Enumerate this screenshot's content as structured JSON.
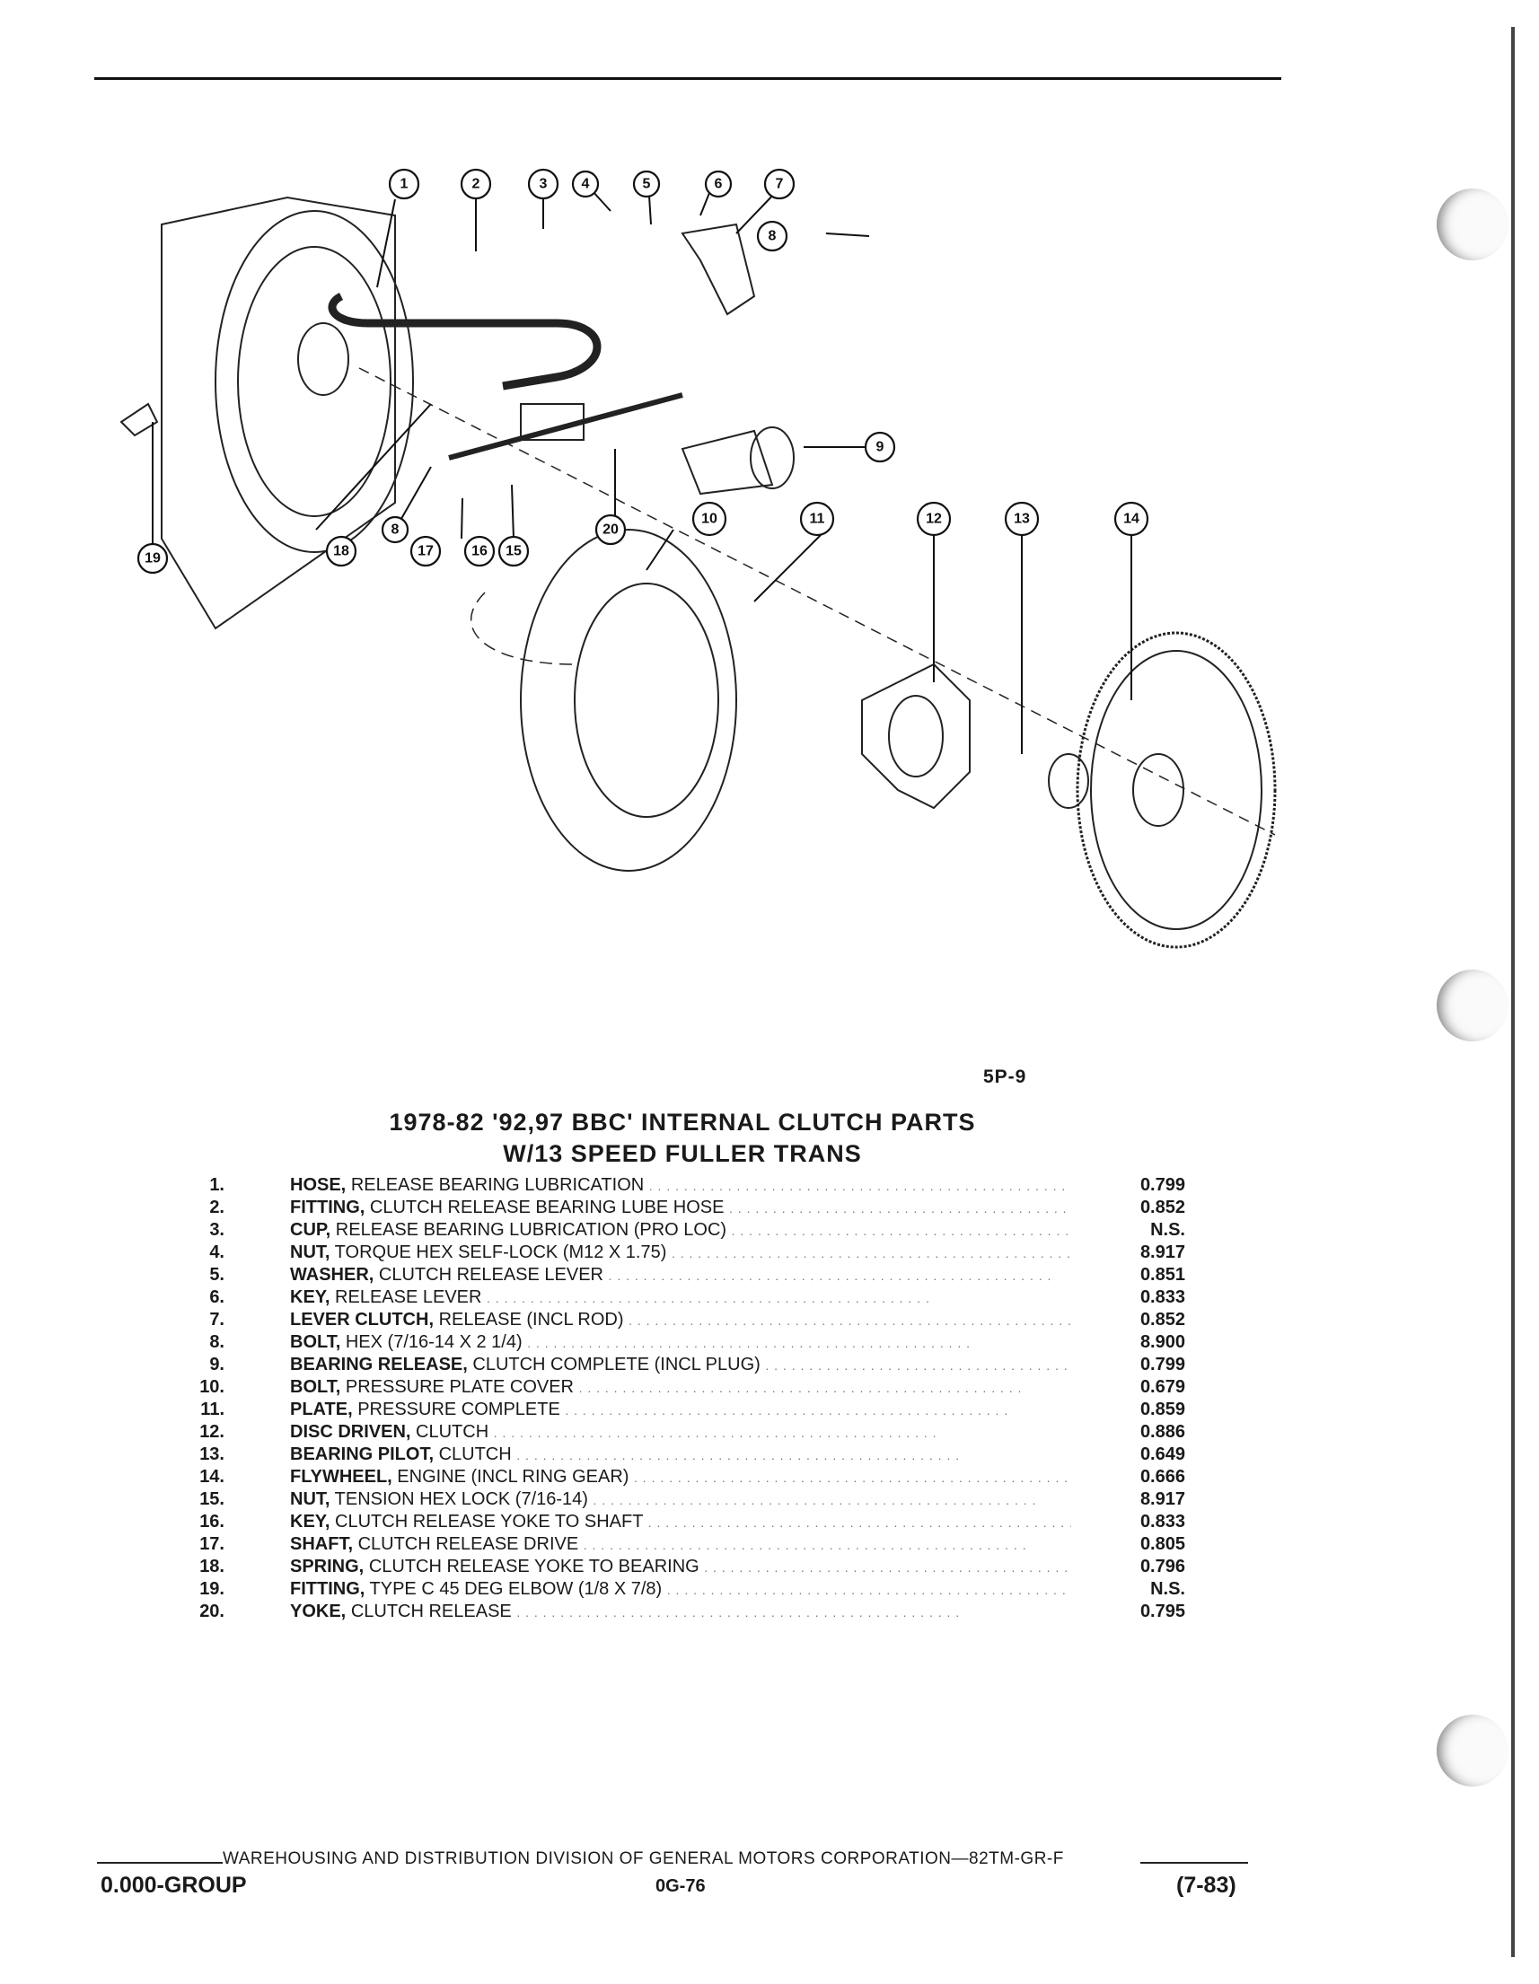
{
  "figure": {
    "code": "5P-9",
    "callouts": [
      "1",
      "2",
      "3",
      "4",
      "5",
      "6",
      "7",
      "8",
      "9",
      "10",
      "11",
      "12",
      "13",
      "14",
      "15",
      "16",
      "17",
      "18",
      "19",
      "20"
    ]
  },
  "title": {
    "line1": "1978-82 '92,97 BBC' INTERNAL CLUTCH PARTS",
    "line2": "W/13 SPEED FULLER TRANS"
  },
  "parts": [
    {
      "num": "1.",
      "name": "HOSE,",
      "desc": "RELEASE BEARING LUBRICATION",
      "value": "0.799"
    },
    {
      "num": "2.",
      "name": "FITTING,",
      "desc": "CLUTCH RELEASE BEARING LUBE HOSE",
      "value": "0.852"
    },
    {
      "num": "3.",
      "name": "CUP,",
      "desc": "RELEASE BEARING LUBRICATION (PRO LOC)",
      "value": "N.S."
    },
    {
      "num": "4.",
      "name": "NUT,",
      "desc": "TORQUE HEX SELF-LOCK (M12 X 1.75)",
      "value": "8.917"
    },
    {
      "num": "5.",
      "name": "WASHER,",
      "desc": "CLUTCH RELEASE LEVER",
      "value": "0.851"
    },
    {
      "num": "6.",
      "name": "KEY,",
      "desc": "RELEASE LEVER",
      "value": "0.833"
    },
    {
      "num": "7.",
      "name": "LEVER CLUTCH,",
      "desc": "RELEASE (INCL ROD)",
      "value": "0.852"
    },
    {
      "num": "8.",
      "name": "BOLT,",
      "desc": "HEX (7/16-14 X 2 1/4)",
      "value": "8.900"
    },
    {
      "num": "9.",
      "name": "BEARING RELEASE,",
      "desc": "CLUTCH COMPLETE (INCL PLUG)",
      "value": "0.799"
    },
    {
      "num": "10.",
      "name": "BOLT,",
      "desc": "PRESSURE PLATE COVER",
      "value": "0.679"
    },
    {
      "num": "11.",
      "name": "PLATE,",
      "desc": "PRESSURE COMPLETE",
      "value": "0.859"
    },
    {
      "num": "12.",
      "name": "DISC DRIVEN,",
      "desc": "CLUTCH",
      "value": "0.886"
    },
    {
      "num": "13.",
      "name": "BEARING PILOT,",
      "desc": "CLUTCH",
      "value": "0.649"
    },
    {
      "num": "14.",
      "name": "FLYWHEEL,",
      "desc": "ENGINE (INCL RING GEAR)",
      "value": "0.666"
    },
    {
      "num": "15.",
      "name": "NUT,",
      "desc": "TENSION HEX LOCK (7/16-14)",
      "value": "8.917"
    },
    {
      "num": "16.",
      "name": "KEY,",
      "desc": "CLUTCH RELEASE YOKE TO SHAFT",
      "value": "0.833"
    },
    {
      "num": "17.",
      "name": "SHAFT,",
      "desc": "CLUTCH RELEASE DRIVE",
      "value": "0.805"
    },
    {
      "num": "18.",
      "name": "SPRING,",
      "desc": "CLUTCH RELEASE YOKE TO BEARING",
      "value": "0.796"
    },
    {
      "num": "19.",
      "name": "FITTING,",
      "desc": "TYPE C 45 DEG ELBOW (1/8 X 7/8)",
      "value": "N.S."
    },
    {
      "num": "20.",
      "name": "YOKE,",
      "desc": "CLUTCH RELEASE",
      "value": "0.795"
    }
  ],
  "footer": {
    "division": "WAREHOUSING AND DISTRIBUTION  DIVISION OF GENERAL MOTORS CORPORATION—82TM-GR-F",
    "group": "0.000-GROUP",
    "page": "0G-76",
    "date": "(7-83)"
  }
}
